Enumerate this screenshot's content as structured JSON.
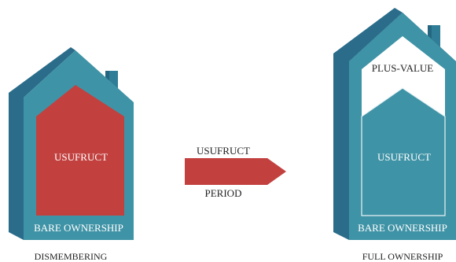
{
  "left_house": {
    "inner_label": "USUFRUCT",
    "base_label": "BARE OWNERSHIP",
    "caption": "DISMEMBERING"
  },
  "arrow": {
    "top_label": "USUFRUCT",
    "bottom_label": "PERIOD"
  },
  "right_house": {
    "top_label": "PLUS-VALUE",
    "inner_label": "USUFRUCT",
    "base_label": "BARE OWNERSHIP",
    "caption": "FULL OWNERSHIP"
  },
  "colors": {
    "house_face": "#3f93a6",
    "house_side": "#2a6c8a",
    "house_roof_dark": "#2b6f8c",
    "red_fill": "#c2413f",
    "white": "#ffffff",
    "text_dark": "#222222"
  }
}
